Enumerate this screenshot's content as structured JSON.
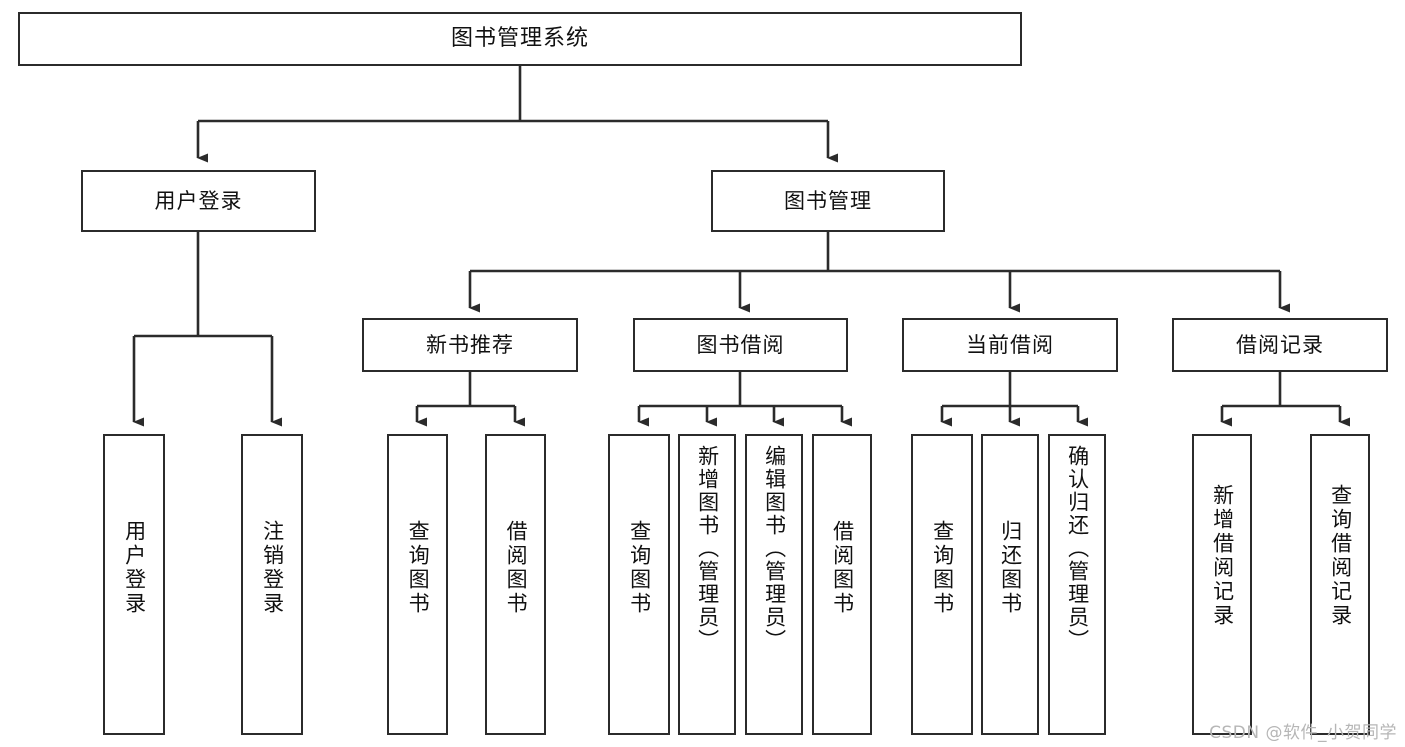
{
  "diagram": {
    "title": "图书管理系统",
    "type": "tree-hierarchy-functional-structure",
    "watermark": "CSDN @软件_小贺同学",
    "colors": {
      "border": "#2b2b2b",
      "background": "#ffffff",
      "text": "#111111",
      "watermark": "#b6b6b6"
    },
    "levels": {
      "level1_label": "图书管理系统",
      "level2": [
        "用户登录",
        "图书管理"
      ],
      "level3": [
        "新书推荐",
        "图书借阅",
        "当前借阅",
        "借阅记录"
      ]
    },
    "nodes": {
      "root": "图书管理系统",
      "user_login": "用户登录",
      "book_manage": "图书管理",
      "new_book_rec": "新书推荐",
      "book_borrow": "图书借阅",
      "current_borrow": "当前借阅",
      "borrow_record": "借阅记录",
      "leaf_user_login": "用户登录",
      "leaf_logout": "注销登录",
      "leaf_query_book_1": "查询图书",
      "leaf_borrow_book_1": "借阅图书",
      "leaf_query_book_2": "查询图书",
      "leaf_add_book_admin": "新增图书（管理员）",
      "leaf_edit_book_admin": "编辑图书（管理员）",
      "leaf_borrow_book_2": "借阅图书",
      "leaf_query_book_3": "查询图书",
      "leaf_return_book": "归还图书",
      "leaf_confirm_return_admin": "确认归还（管理员）",
      "leaf_add_borrow_record": "新增借阅记录",
      "leaf_query_borrow_record": "查询借阅记录"
    },
    "tree": {
      "name": "图书管理系统",
      "children": [
        {
          "name": "用户登录",
          "children": [
            {
              "name": "用户登录",
              "children": []
            },
            {
              "name": "注销登录",
              "children": []
            }
          ]
        },
        {
          "name": "图书管理",
          "children": [
            {
              "name": "新书推荐",
              "children": [
                {
                  "name": "查询图书",
                  "children": []
                },
                {
                  "name": "借阅图书",
                  "children": []
                }
              ]
            },
            {
              "name": "图书借阅",
              "children": [
                {
                  "name": "查询图书",
                  "children": []
                },
                {
                  "name": "新增图书（管理员）",
                  "children": []
                },
                {
                  "name": "编辑图书（管理员）",
                  "children": []
                },
                {
                  "name": "借阅图书",
                  "children": []
                }
              ]
            },
            {
              "name": "当前借阅",
              "children": [
                {
                  "name": "查询图书",
                  "children": []
                },
                {
                  "name": "归还图书",
                  "children": []
                },
                {
                  "name": "确认归还（管理员）",
                  "children": []
                }
              ]
            },
            {
              "name": "借阅记录",
              "children": [
                {
                  "name": "新增借阅记录",
                  "children": []
                },
                {
                  "name": "查询借阅记录",
                  "children": []
                }
              ]
            }
          ]
        }
      ]
    }
  }
}
